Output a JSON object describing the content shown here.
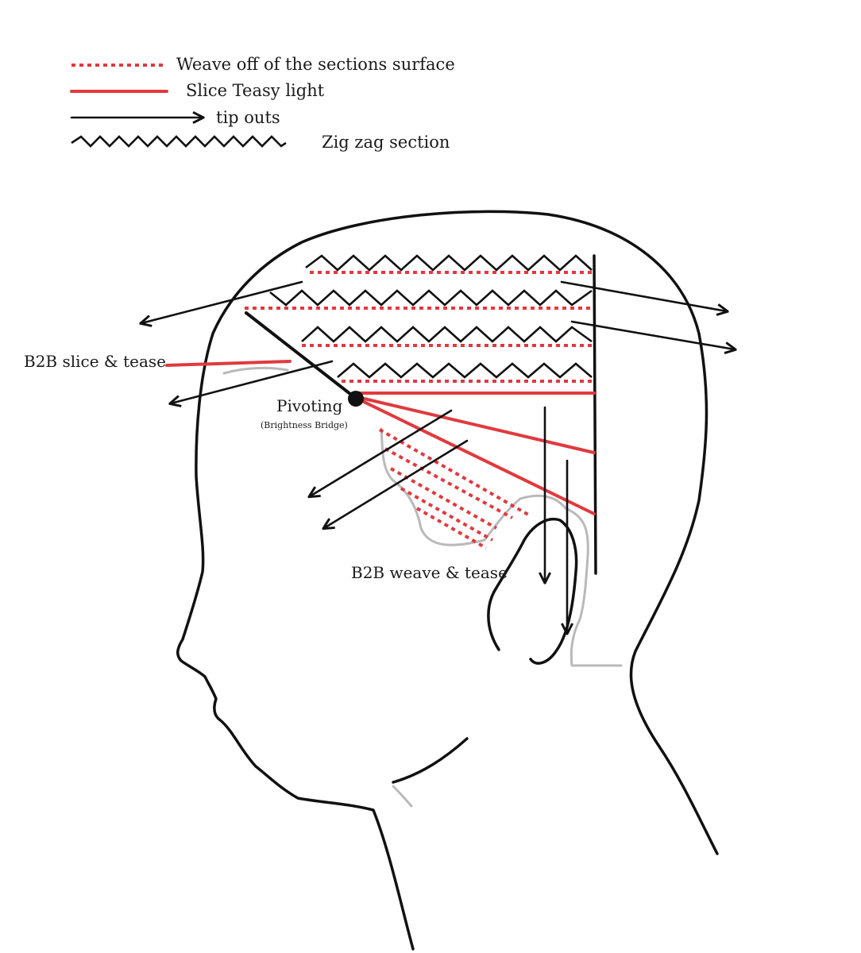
{
  "legend": {
    "weave_label": "Weave off of the sections surface",
    "slice_label": "Slice  Teasy light",
    "tip_label": "tip  outs",
    "zigzag_label": "Zig zag section"
  },
  "annotations": {
    "b2b_slice": "B2B slice & tease",
    "pivoting": "Pivoting",
    "brightness_bridge": "(Brightness Bridge)",
    "b2b_weave": "B2B weave & tease"
  },
  "colors": {
    "red": "#e03a3e",
    "outline": "#111111",
    "grey": "#b9b9b9"
  }
}
